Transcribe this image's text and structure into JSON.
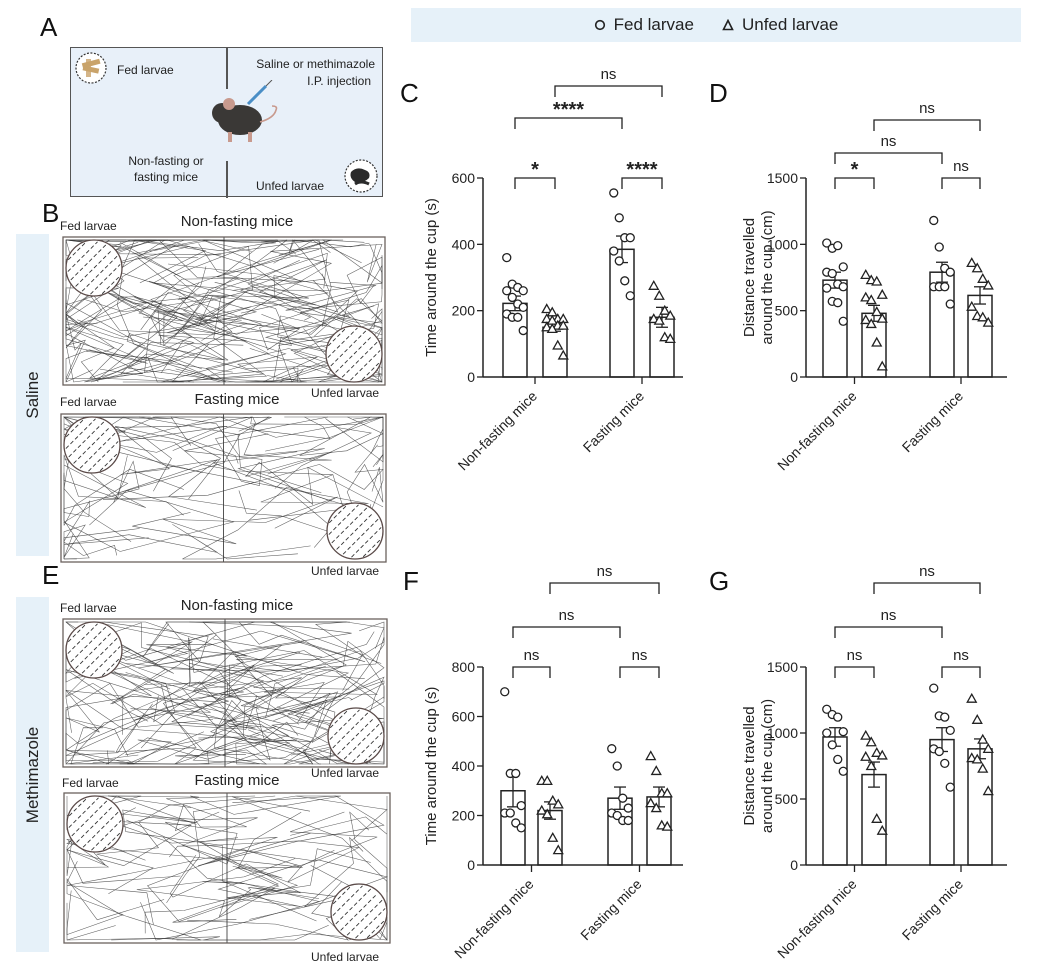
{
  "legend": {
    "items": [
      {
        "symbol": "circle",
        "label": "Fed larvae"
      },
      {
        "symbol": "triangle",
        "label": "Unfed larvae"
      }
    ]
  },
  "colors": {
    "band": "#e6f1f9",
    "schema_bg": "#e8f0f9",
    "ink": "#222222"
  },
  "panels": {
    "A": {
      "letter": "A",
      "fed_label": "Fed larvae",
      "injection_label_1": "Saline or methimazole",
      "injection_label_2": "I.P. injection",
      "mice_label_1": "Non-fasting or",
      "mice_label_2": "fasting mice",
      "unfed_label": "Unfed larvae"
    },
    "B": {
      "letter": "B"
    },
    "E": {
      "letter": "E"
    },
    "side_labels": {
      "saline": "Saline",
      "methimazole": "Methimazole"
    },
    "arenas": [
      {
        "id": "saline-nonfasting",
        "title": "Non-fasting mice",
        "fed": "Fed larvae",
        "unfed": "Unfed larvae"
      },
      {
        "id": "saline-fasting",
        "title": "Fasting mice",
        "fed": "Fed larvae",
        "unfed": "Unfed larvae"
      },
      {
        "id": "methimazole-nonfasting",
        "title": "Non-fasting mice",
        "fed": "Fed larvae",
        "unfed": "Unfed larvae"
      },
      {
        "id": "methimazole-fasting",
        "title": "Fasting mice",
        "fed": "Fed larvae",
        "unfed": "Unfed larvae"
      }
    ]
  },
  "chart_data": [
    {
      "panel": "C",
      "type": "bar",
      "title": "",
      "ylabel": "Time around the cup (s)",
      "xlabel": "",
      "categories": [
        "Non-fasting mice",
        "Fasting mice"
      ],
      "ylim": [
        0,
        600
      ],
      "yticks": [
        0,
        200,
        400,
        600
      ],
      "grid": false,
      "series": [
        {
          "name": "Fed larvae",
          "marker": "circle",
          "means": [
            222,
            385
          ],
          "sem": [
            22,
            40
          ],
          "points": [
            [
              360,
              280,
              270,
              260,
              260,
              240,
              220,
              210,
              190,
              180,
              180,
              140
            ],
            [
              555,
              480,
              420,
              420,
              380,
              350,
              290,
              245
            ]
          ]
        },
        {
          "name": "Unfed larvae",
          "marker": "triangle",
          "means": [
            150,
            180
          ],
          "sem": [
            12,
            30
          ],
          "points": [
            [
              205,
              195,
              175,
              175,
              175,
              170,
              155,
              155,
              150,
              145,
              95,
              65
            ],
            [
              275,
              245,
              200,
              185,
              175,
              170,
              120,
              115
            ]
          ]
        }
      ],
      "comparisons": [
        {
          "from": [
            0,
            0
          ],
          "to": [
            0,
            1
          ],
          "label": "*"
        },
        {
          "from": [
            1,
            0
          ],
          "to": [
            1,
            1
          ],
          "label": "****"
        },
        {
          "from": [
            0,
            0
          ],
          "to": [
            1,
            0
          ],
          "label": "****"
        },
        {
          "from": [
            0,
            1
          ],
          "to": [
            1,
            1
          ],
          "label": "ns"
        }
      ]
    },
    {
      "panel": "D",
      "type": "bar",
      "title": "",
      "ylabel": "Distance travelled around the cup (cm)",
      "ylabel_lines": [
        "Distance travelled",
        "around the cup (cm)"
      ],
      "xlabel": "",
      "categories": [
        "Non-fasting mice",
        "Fasting mice"
      ],
      "ylim": [
        0,
        1500
      ],
      "yticks": [
        0,
        500,
        1000,
        1500
      ],
      "grid": false,
      "series": [
        {
          "name": "Fed larvae",
          "marker": "circle",
          "means": [
            730,
            790
          ],
          "sem": [
            60,
            75
          ],
          "points": [
            [
              1010,
              970,
              990,
              830,
              790,
              780,
              700,
              680,
              670,
              570,
              560,
              420
            ],
            [
              1180,
              980,
              820,
              790,
              680,
              680,
              680,
              550
            ]
          ]
        },
        {
          "name": "Unfed larvae",
          "marker": "triangle",
          "means": [
            480,
            615
          ],
          "sem": [
            60,
            65
          ],
          "points": [
            [
              770,
              730,
              720,
              620,
              600,
              580,
              490,
              440,
              430,
              400,
              260,
              80
            ],
            [
              860,
              820,
              740,
              690,
              530,
              460,
              450,
              410
            ]
          ]
        }
      ],
      "comparisons": [
        {
          "from": [
            0,
            0
          ],
          "to": [
            0,
            1
          ],
          "label": "*"
        },
        {
          "from": [
            1,
            0
          ],
          "to": [
            1,
            1
          ],
          "label": "ns"
        },
        {
          "from": [
            0,
            0
          ],
          "to": [
            1,
            0
          ],
          "label": "ns"
        },
        {
          "from": [
            0,
            1
          ],
          "to": [
            1,
            1
          ],
          "label": "ns"
        }
      ]
    },
    {
      "panel": "F",
      "type": "bar",
      "title": "",
      "ylabel": "Time around the cup (s)",
      "xlabel": "",
      "categories": [
        "Non-fasting mice",
        "Fasting mice"
      ],
      "ylim": [
        0,
        800
      ],
      "yticks": [
        0,
        200,
        400,
        600,
        800
      ],
      "grid": false,
      "series": [
        {
          "name": "Fed larvae",
          "marker": "circle",
          "means": [
            300,
            270
          ],
          "sem": [
            65,
            45
          ],
          "points": [
            [
              700,
              370,
              370,
              240,
              210,
              210,
              170,
              150
            ],
            [
              470,
              400,
              270,
              230,
              210,
              200,
              180,
              180
            ]
          ]
        },
        {
          "name": "Unfed larvae",
          "marker": "triangle",
          "means": [
            220,
            275
          ],
          "sem": [
            35,
            40
          ],
          "points": [
            [
              340,
              340,
              260,
              245,
              220,
              205,
              110,
              60
            ],
            [
              440,
              380,
              290,
              290,
              250,
              230,
              160,
              155
            ]
          ]
        }
      ],
      "comparisons": [
        {
          "from": [
            0,
            0
          ],
          "to": [
            0,
            1
          ],
          "label": "ns"
        },
        {
          "from": [
            1,
            0
          ],
          "to": [
            1,
            1
          ],
          "label": "ns"
        },
        {
          "from": [
            0,
            0
          ],
          "to": [
            1,
            0
          ],
          "label": "ns"
        },
        {
          "from": [
            0,
            1
          ],
          "to": [
            1,
            1
          ],
          "label": "ns"
        }
      ]
    },
    {
      "panel": "G",
      "type": "bar",
      "title": "",
      "ylabel": "Distance travelled around the cup (cm)",
      "ylabel_lines": [
        "Distance travelled",
        "around the cup (cm)"
      ],
      "xlabel": "",
      "categories": [
        "Non-fasting mice",
        "Fasting mice"
      ],
      "ylim": [
        0,
        1500
      ],
      "yticks": [
        0,
        500,
        1000,
        1500
      ],
      "grid": false,
      "series": [
        {
          "name": "Fed larvae",
          "marker": "circle",
          "means": [
            970,
            950
          ],
          "sem": [
            70,
            90
          ],
          "points": [
            [
              1180,
              1140,
              1120,
              1010,
              1000,
              910,
              800,
              710
            ],
            [
              1340,
              1130,
              1120,
              1020,
              880,
              860,
              770,
              590
            ]
          ]
        },
        {
          "name": "Unfed larvae",
          "marker": "triangle",
          "means": [
            685,
            880
          ],
          "sem": [
            95,
            75
          ],
          "points": [
            [
              980,
              930,
              850,
              830,
              820,
              750,
              350,
              260
            ],
            [
              1260,
              1100,
              950,
              880,
              810,
              800,
              730,
              560
            ]
          ]
        }
      ],
      "comparisons": [
        {
          "from": [
            0,
            0
          ],
          "to": [
            0,
            1
          ],
          "label": "ns"
        },
        {
          "from": [
            1,
            0
          ],
          "to": [
            1,
            1
          ],
          "label": "ns"
        },
        {
          "from": [
            0,
            0
          ],
          "to": [
            1,
            0
          ],
          "label": "ns"
        },
        {
          "from": [
            0,
            1
          ],
          "to": [
            1,
            1
          ],
          "label": "ns"
        }
      ]
    }
  ]
}
